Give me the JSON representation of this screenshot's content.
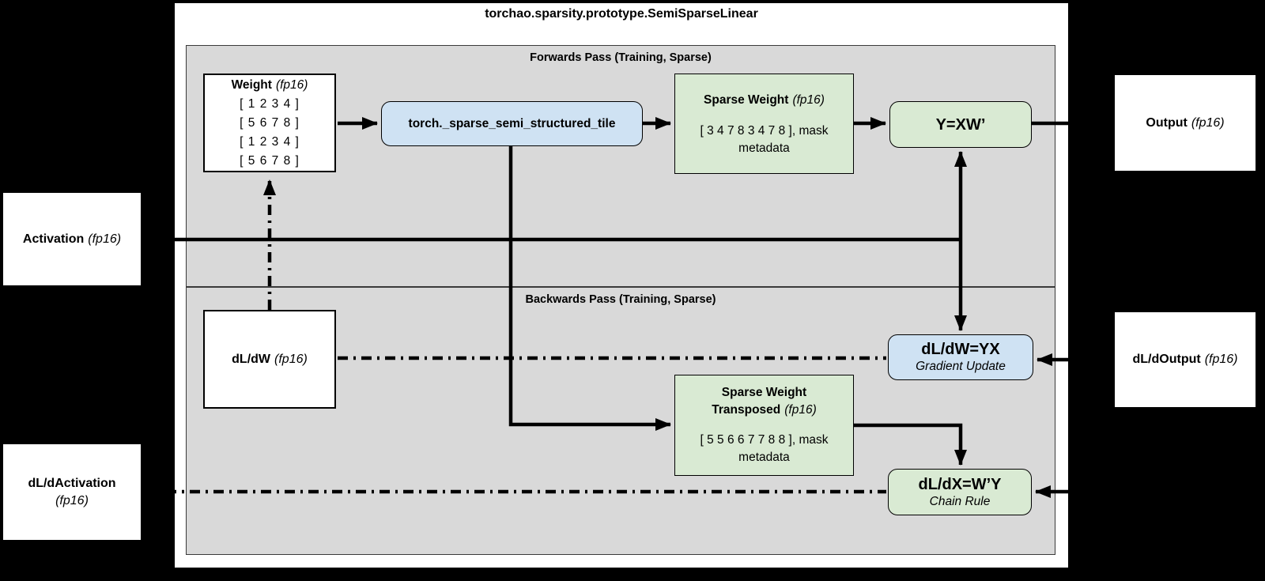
{
  "title": "torchao.sparsity.prototype.SemiSparseLinear",
  "panels": {
    "forward": {
      "label": "Forwards Pass (Training, Sparse)"
    },
    "backward": {
      "label": "Backwards Pass (Training, Sparse)"
    }
  },
  "boxes": {
    "weight": {
      "name": "Weight",
      "dtype": "(fp16)",
      "rows": [
        "[ 1 2 3 4 ]",
        "[ 5 6 7 8 ]",
        "[ 1 2 3 4 ]",
        "[ 5 6 7 8 ]"
      ]
    },
    "tile": {
      "label": "torch._sparse_semi_structured_tile"
    },
    "sparse_weight": {
      "name": "Sparse Weight",
      "dtype": "(fp16)",
      "value_line1": "[ 3 4 7 8 3 4 7 8 ], mask",
      "value_line2": "metadata"
    },
    "y_xw": {
      "label": "Y=XW’"
    },
    "output": {
      "name": "Output",
      "dtype": "(fp16)"
    },
    "activation": {
      "name": "Activation",
      "dtype": "(fp16)"
    },
    "dldw": {
      "name": "dL/dW",
      "dtype": "(fp16)"
    },
    "dldw_yx": {
      "label": "dL/dW=YX",
      "sublabel": "Gradient Update"
    },
    "dldoutput": {
      "name": "dL/dOutput",
      "dtype": "(fp16)"
    },
    "sparse_weight_t": {
      "name_line1": "Sparse Weight",
      "name_line2": "Transposed",
      "dtype": "(fp16)",
      "value_line1": "[ 5 5 6 6 7 7 8 8 ], mask",
      "value_line2": "metadata"
    },
    "dldx": {
      "label": "dL/dX=W’Y",
      "sublabel": "Chain Rule"
    },
    "dldactivation": {
      "name": "dL/dActivation",
      "dtype": "(fp16)"
    }
  },
  "colors": {
    "background": "#000000",
    "container_white": "#ffffff",
    "panel_gray": "#d9d9d9",
    "box_blue": "#cfe2f3",
    "box_green": "#d9ead3",
    "line_black": "#000000"
  }
}
